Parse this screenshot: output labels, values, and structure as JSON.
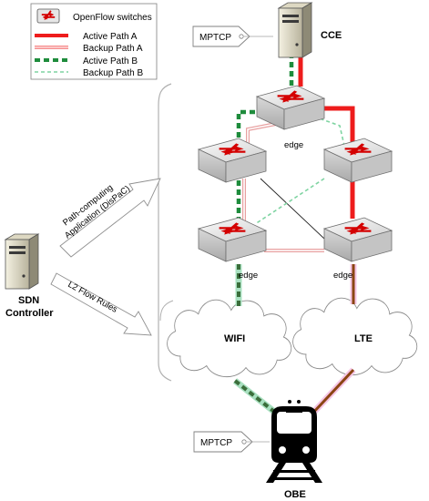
{
  "legend": {
    "items": [
      {
        "label": "OpenFlow switches"
      },
      {
        "label": "Active Path A"
      },
      {
        "label": "Backup Path A"
      },
      {
        "label": "Active Path B"
      },
      {
        "label": "Backup Path B"
      }
    ]
  },
  "nodes": {
    "cce": "CCE",
    "mptcp_top": "MPTCP",
    "mptcp_bottom": "MPTCP",
    "sdn_controller_line1": "SDN",
    "sdn_controller_line2": "Controller",
    "obe": "OBE",
    "wifi": "WIFI",
    "lte": "LTE",
    "edge_top": "edge",
    "edge_bl": "edge",
    "edge_br": "edge"
  },
  "arrows": {
    "path_app_line1": "Path-computing",
    "path_app_line2": "Application (DisPaC)",
    "l2_flow": "L2 Flow Rules"
  },
  "colors": {
    "active_a": "#ee1c1c",
    "backup_a": "#e8a0a0",
    "active_b": "#1e8c3c",
    "backup_b": "#a8e0c0",
    "lte_link": "#8b4513",
    "switch_top": "#e8e8e8",
    "switch_arrow": "#d40000"
  }
}
